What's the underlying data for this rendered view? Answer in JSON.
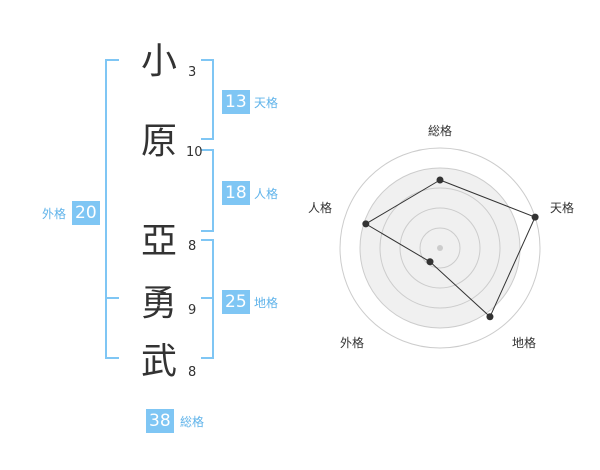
{
  "name_chars": [
    "小",
    "原",
    "亞",
    "勇",
    "武"
  ],
  "stroke_counts": [
    "3",
    "10",
    "8",
    "9",
    "8"
  ],
  "fortunes": {
    "tenkaku": {
      "value": "13",
      "label": "天格"
    },
    "jinkaku": {
      "value": "18",
      "label": "人格"
    },
    "chikaku": {
      "value": "25",
      "label": "地格"
    },
    "gaikaku": {
      "value": "20",
      "label": "外格"
    },
    "soukaku": {
      "value": "38",
      "label": "総格"
    }
  },
  "radar": {
    "labels": [
      "総格",
      "天格",
      "地格",
      "外格",
      "人格"
    ],
    "values": [
      0.68,
      1.0,
      0.85,
      0.17,
      0.78
    ],
    "line_color": "#333333",
    "fill_color": "#f0f0f0",
    "ring_color": "#cccccc",
    "point_color": "#333333",
    "bracket_color": "#7fc6f4"
  }
}
